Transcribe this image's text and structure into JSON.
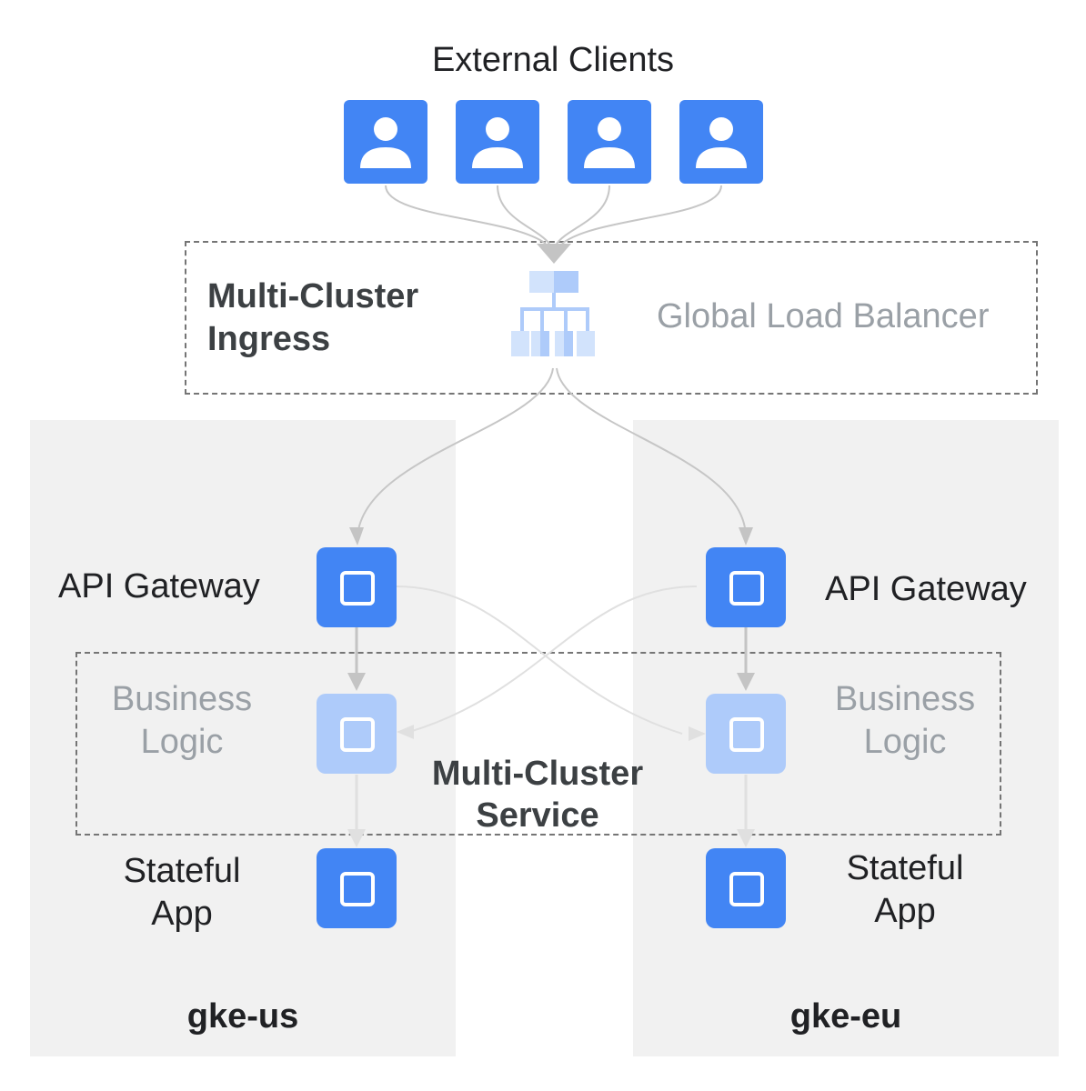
{
  "header": {
    "title": "External Clients"
  },
  "clients": [
    {
      "icon": "person-icon"
    },
    {
      "icon": "person-icon"
    },
    {
      "icon": "person-icon"
    },
    {
      "icon": "person-icon"
    }
  ],
  "ingress": {
    "label_line1": "Multi-Cluster",
    "label_line2": "Ingress",
    "balancer_label": "Global Load Balancer",
    "icon": "load-balancer-icon"
  },
  "service": {
    "label_line1": "Multi-Cluster",
    "label_line2": "Service"
  },
  "clusters": {
    "left": {
      "name": "gke-us",
      "api_gateway": "API Gateway",
      "business_line1": "Business",
      "business_line2": "Logic",
      "stateful_line1": "Stateful",
      "stateful_line2": "App"
    },
    "right": {
      "name": "gke-eu",
      "api_gateway": "API Gateway",
      "business_line1": "Business",
      "business_line2": "Logic",
      "stateful_line1": "Stateful",
      "stateful_line2": "App"
    }
  },
  "colors": {
    "node": "#4285f4",
    "node_light": "#aecbfa",
    "cluster_bg": "#f1f1f1",
    "connector": "#c4c4c4"
  }
}
